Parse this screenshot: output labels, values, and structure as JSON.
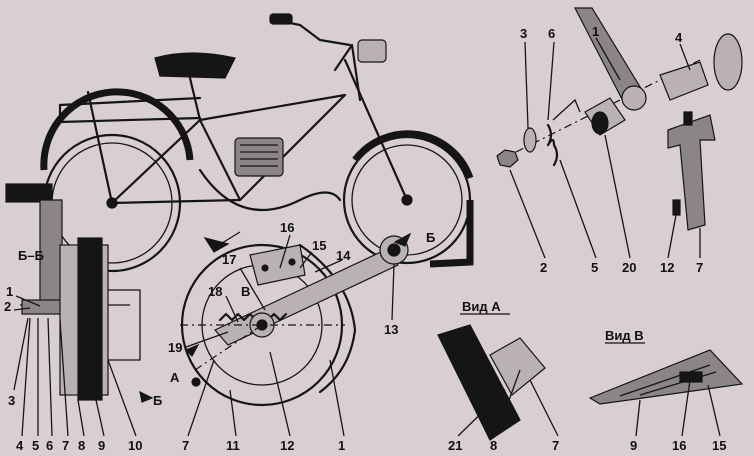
{
  "sections": {
    "section_bb": "Б–Б",
    "view_a": "Вид А",
    "view_b": "Вид В"
  },
  "markers": {
    "a": "А",
    "b_top": "Б",
    "b_bottom": "Б",
    "v": "В"
  },
  "callouts": {
    "exploded_3": "3",
    "exploded_6": "6",
    "exploded_1": "1",
    "exploded_4": "4",
    "exploded_2": "2",
    "exploded_5": "5",
    "exploded_20": "20",
    "exploded_12": "12",
    "exploded_7": "7",
    "section_1": "1",
    "section_2": "2",
    "section_3": "3",
    "section_4": "4",
    "section_5": "5",
    "section_6": "6",
    "section_7": "7",
    "section_8": "8",
    "section_9": "9",
    "section_10": "10",
    "main_16": "16",
    "main_15": "15",
    "main_14": "14",
    "main_17": "17",
    "main_18": "18",
    "main_19": "19",
    "main_13": "13",
    "main_7": "7",
    "main_11": "11",
    "main_12": "12",
    "main_1": "1",
    "viewa_21": "21",
    "viewa_8": "8",
    "viewa_7": "7",
    "viewb_9": "9",
    "viewb_16": "16",
    "viewb_15": "15"
  }
}
